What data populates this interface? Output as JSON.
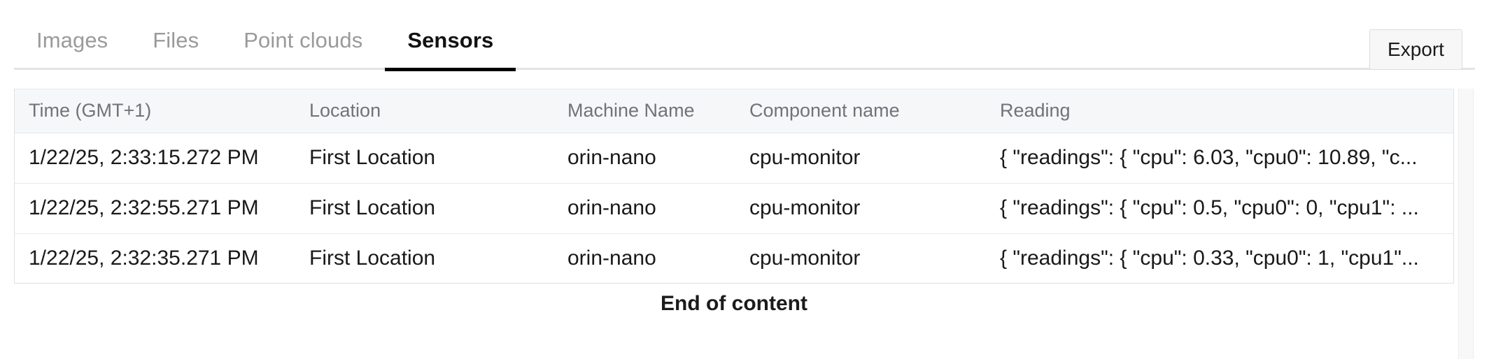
{
  "tabs": [
    {
      "label": "Images",
      "active": false
    },
    {
      "label": "Files",
      "active": false
    },
    {
      "label": "Point clouds",
      "active": false
    },
    {
      "label": "Sensors",
      "active": true
    }
  ],
  "toolbar": {
    "export_label": "Export"
  },
  "table": {
    "columns": [
      {
        "key": "time",
        "label": "Time (GMT+1)"
      },
      {
        "key": "location",
        "label": "Location"
      },
      {
        "key": "machine",
        "label": "Machine Name"
      },
      {
        "key": "component",
        "label": "Component name"
      },
      {
        "key": "reading",
        "label": "Reading"
      }
    ],
    "rows": [
      {
        "time": "1/22/25, 2:33:15.272 PM",
        "location": "First Location",
        "machine": "orin-nano",
        "component": "cpu-monitor",
        "reading": "{ \"readings\": { \"cpu\": 6.03, \"cpu0\": 10.89, \"c..."
      },
      {
        "time": "1/22/25, 2:32:55.271 PM",
        "location": "First Location",
        "machine": "orin-nano",
        "component": "cpu-monitor",
        "reading": "{ \"readings\": { \"cpu\": 0.5, \"cpu0\": 0, \"cpu1\": ..."
      },
      {
        "time": "1/22/25, 2:32:35.271 PM",
        "location": "First Location",
        "machine": "orin-nano",
        "component": "cpu-monitor",
        "reading": "{ \"readings\": { \"cpu\": 0.33, \"cpu0\": 1, \"cpu1\"..."
      }
    ]
  },
  "footer": {
    "end_of_content_label": "End of content"
  },
  "colors": {
    "active_tab_text": "#121212",
    "inactive_tab_text": "#9a9a9a",
    "active_tab_underline": "#000000",
    "header_text": "#6f7479",
    "header_background": "#f6f7f8",
    "cell_text": "#18191a",
    "border": "#e6e8ea",
    "button_background": "#f7f7f7"
  }
}
